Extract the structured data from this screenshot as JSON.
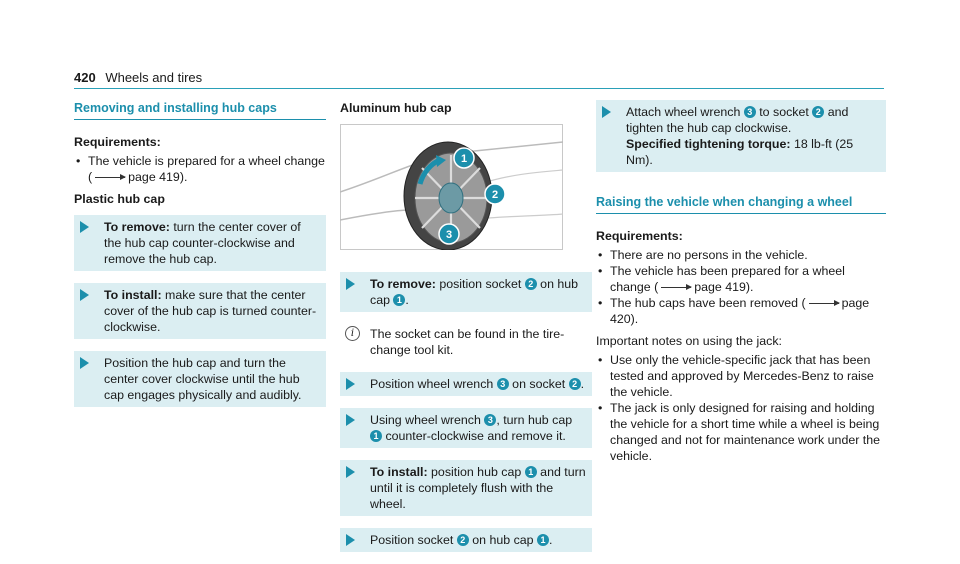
{
  "header": {
    "page_number": "420",
    "title": "Wheels and tires"
  },
  "col1": {
    "section_title": "Removing and installing hub caps",
    "requirements_label": "Requirements:",
    "req_text": "The vehicle is prepared for a wheel change",
    "req_page": "page 419).",
    "plastic_title": "Plastic hub cap",
    "step1_label": "To remove:",
    "step1_text": " turn the center cover of the hub cap counter-clockwise and remove the hub cap.",
    "step2_label": "To install:",
    "step2_text": " make sure that the center cover of the hub cap is turned counter-clockwise.",
    "step3_text": "Position the hub cap and turn the center cover clockwise until the hub cap engages physically and audibly."
  },
  "col2": {
    "aluminum_title": "Aluminum hub cap",
    "figure_callouts": [
      "1",
      "2",
      "3"
    ],
    "remove_label": "To remove:",
    "remove_text_a": " position socket ",
    "remove_text_b": " on hub cap ",
    "info_text": "The socket can be found in the tire-change tool kit.",
    "pos_text_a": "Position wheel wrench ",
    "pos_text_b": " on socket ",
    "using_text_a": "Using wheel wrench ",
    "using_text_b": ", turn hub cap ",
    "using_text_c": " counter-clockwise and remove it.",
    "install_label": "To install:",
    "install_text_a": " position hub cap ",
    "install_text_b": " and turn until it is completely flush with the wheel.",
    "pos2_text_a": "Position socket ",
    "pos2_text_b": " on hub cap "
  },
  "col3": {
    "attach_text_a": "Attach wheel wrench ",
    "attach_text_b": " to socket ",
    "attach_text_c": " and tighten the hub cap clockwise.",
    "torque_label": "Specified tightening torque:",
    "torque_value": " 18 lb-ft (25 Nm).",
    "section_title": "Raising the vehicle when changing a wheel",
    "requirements_label": "Requirements:",
    "req1": "There are no persons in the vehicle.",
    "req2": "The vehicle has been prepared for a wheel change (",
    "req2_page": "page 419).",
    "req3": "The hub caps have been removed (",
    "req3_page": "page 420).",
    "notes_intro": "Important notes on using the jack:",
    "note1": "Use only the vehicle-specific jack that has been tested and approved by Mercedes-Benz to raise the vehicle.",
    "note2": "The jack is only designed for raising and holding the vehicle for a short time while a wheel is being changed and not for maintenance work under the vehicle."
  },
  "colors": {
    "accent": "#1c8fac",
    "step_bg": "#dbeef2"
  }
}
